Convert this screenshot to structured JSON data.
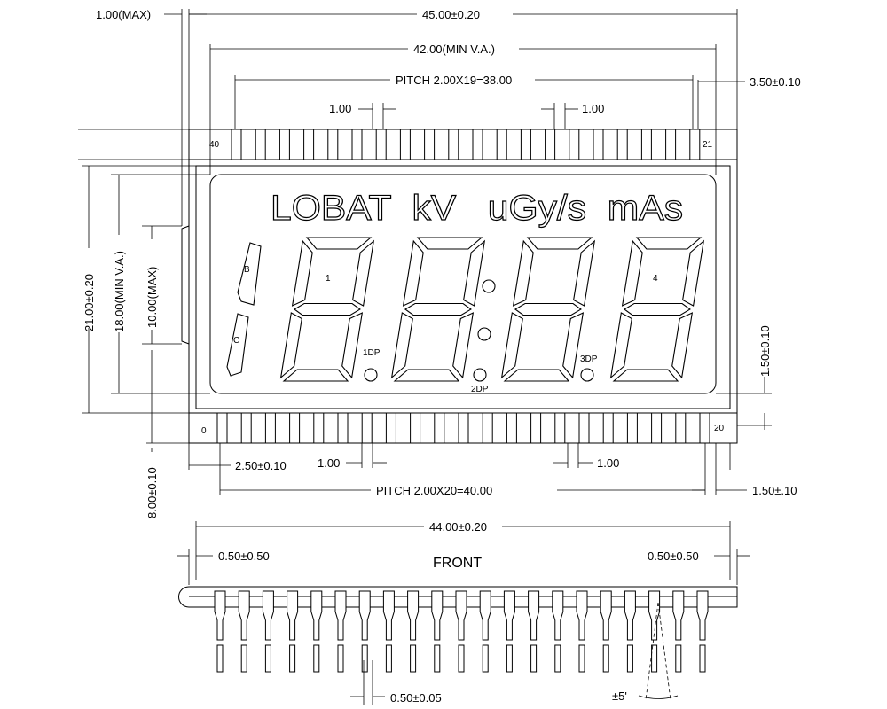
{
  "dimensions": {
    "thickness_max": "1.00(MAX)",
    "overall_width": "45.00±0.20",
    "min_va_width": "42.00(MIN V.A.)",
    "top_pitch": "PITCH 2.00X19=38.00",
    "top_pin_left": "1.00",
    "top_pin_right": "1.00",
    "right_offset": "3.50±0.10",
    "overall_height": "21.00±0.20",
    "min_va_height": "18.00(MIN V.A.)",
    "digit_height": "10.00(MAX)",
    "pin_row_height": "1.50±0.10",
    "pin_length": "8.00±0.10",
    "left_offset": "2.50±0.10",
    "bottom_pin_left": "1.00",
    "bottom_pin_right": "1.00",
    "bottom_pitch": "PITCH 2.00X20=40.00",
    "bottom_right_offset": "1.50±.10",
    "front_width": "44.00±0.20",
    "front_left_margin": "0.50±0.50",
    "front_right_margin": "0.50±0.50",
    "pin_thickness": "0.50±0.05",
    "pin_angle": "±5'"
  },
  "pins": {
    "top_left": "40",
    "top_right": "21",
    "bottom_left": "0",
    "bottom_right": "20"
  },
  "display": {
    "units_text": "LOBAT  kV   uGy/s  mAs",
    "segment_b": "B",
    "segment_c": "C",
    "digit_1": "1",
    "digit_4": "4",
    "dp1": "1DP",
    "dp2": "2DP",
    "dp3": "3DP"
  },
  "front_view": {
    "label": "FRONT"
  }
}
